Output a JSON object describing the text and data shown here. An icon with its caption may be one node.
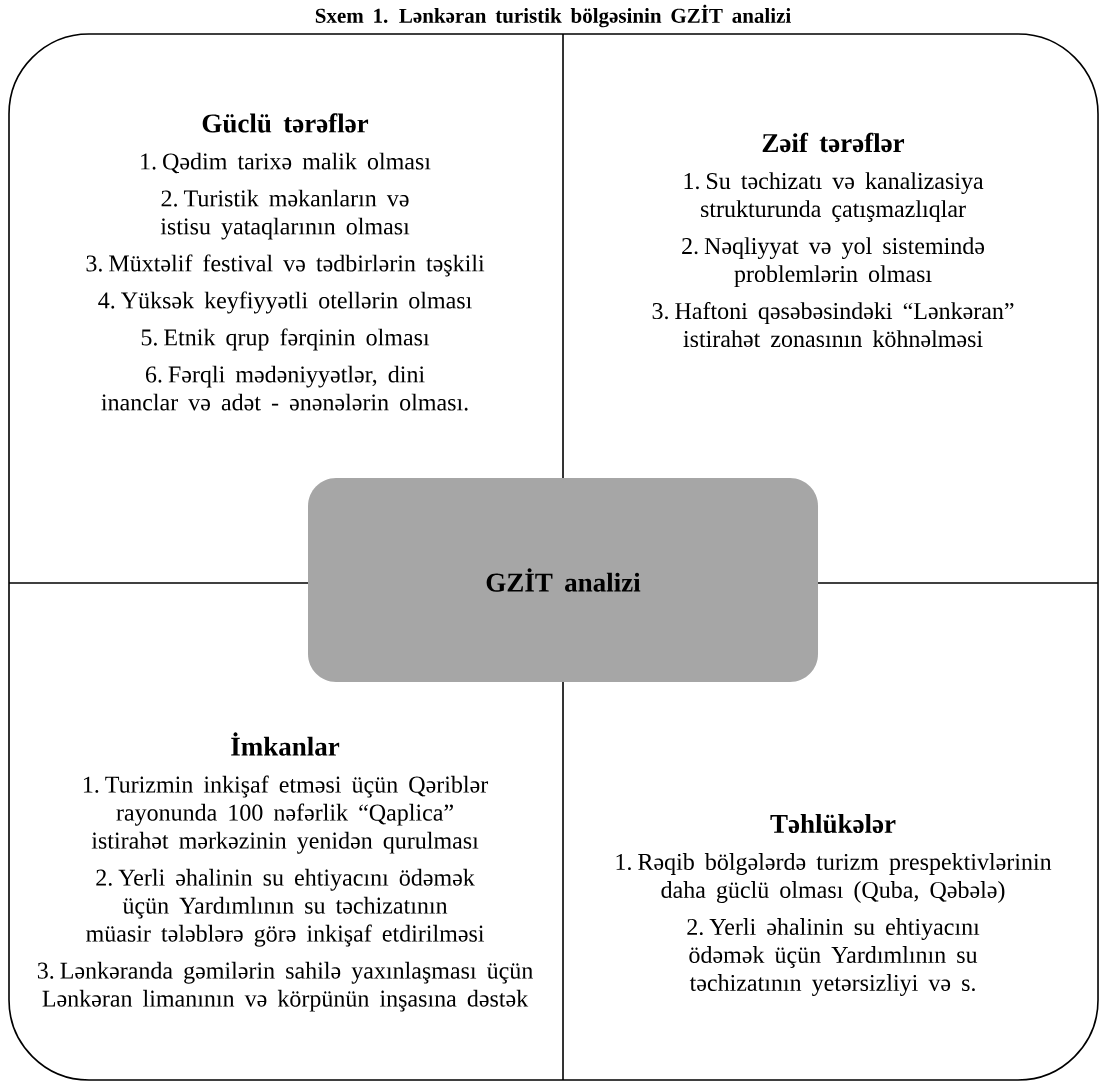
{
  "diagram": {
    "title": "Sxem 1. Lənkəran turistik bölgəsinin GZİT analizi",
    "nodes": [
      {
        "text": [
          "Güclü tərəflər",
          "1. Qədim tarixə malik olması",
          "2. Turistik məkanların və istisu yataqlarının olması",
          "3. Müxtəlif festival və tədbirlərin təşkili",
          "4. Yüksək keyfiyyətli otellərin olması",
          "5. Etnik qrup fərqinin olması",
          "6. Fərqli mədəniyyətlər, dini inanclar və adət - ənənələrin olması."
        ]
      },
      {
        "text": [
          "Zəif tərəflər",
          "1. Su təchizatı və kanalizasiya strukturunda çatışmazlıqlar",
          "2. Nəqliyyat və yol sistemində problemlərin olması",
          "3. Haftoni qəsəbəsindəki “Lənkəran” istirahət zonasının köhnəlməsi"
        ]
      },
      {
        "text": [
          "GZİT analizi"
        ]
      },
      {
        "text": [
          "İmkanlar",
          "1. Turizmin inkişaf etməsi üçün Qəriblər rayonunda 100 nəfərlik “Qaplica” istirahət mərkəzinin yenidən qurulması",
          "2. Yerli əhalinin su ehtiyacını ödəmək üçün Yardımlının su təchizatının müasir tələblərə görə inkişaf etdirilməsi",
          "3. Lənkəranda gəmilərin sahilə yaxınlaşması üçün Lənkəran limanının və körpünün inşasına dəstək"
        ]
      },
      {
        "text": [
          "Təhlükələr",
          "1. Rəqib bölgələrdə turizm prespektivlərinin daha güclü olması (Quba, Qəbələ)",
          "2. Yerli əhalinin su ehtiyacını ödəmək üçün Yardımlının su təchizatının yetərsizliyi və s."
        ]
      }
    ]
  }
}
